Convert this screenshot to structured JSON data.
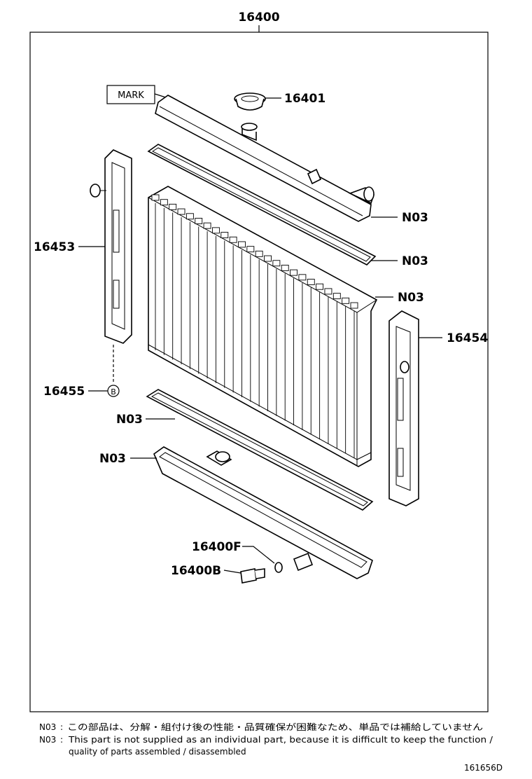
{
  "callouts": {
    "assembly": "16400",
    "cap": "16401",
    "mark": "MARK",
    "upper_tank_packing": "N03",
    "upper_gasket": "N03",
    "core": "N03",
    "lower_gasket": "N03",
    "lower_tank": "N03",
    "left_support": "16453",
    "right_support": "16454",
    "bolt": "16455",
    "bolt_ref": "B",
    "drain_oring": "16400F",
    "drain_cock": "16400B"
  },
  "notes": {
    "line1_code": "N03",
    "line1_text": "この部品は、分解・組付け後の性能・品質確保が困難なため、単品では補給していません",
    "line2_code": "N03",
    "line2_text": "This part is not supplied as an individual part, because it is difficult to keep the function /",
    "line3_text": "quality of parts assembled / disassembled"
  },
  "figure_id": "161656D"
}
